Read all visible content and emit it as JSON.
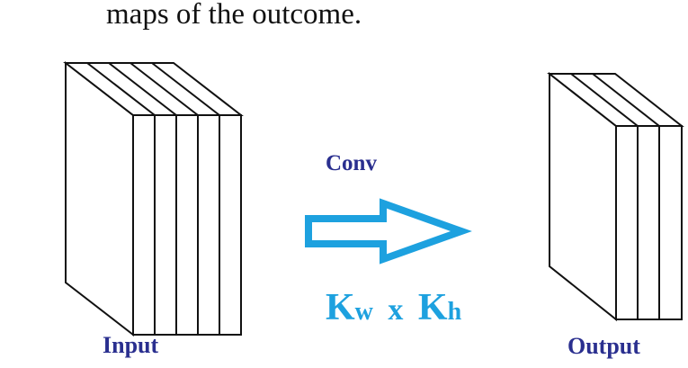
{
  "caption": "maps of the outcome.",
  "input_label": "Input",
  "output_label": "Output",
  "operation_label": "Conv",
  "kernel_label": {
    "w_main": "K",
    "w_sub": "w",
    "times": "x",
    "h_main": "K",
    "h_sub": "h"
  },
  "colors": {
    "stroke": "#111111",
    "label_blue": "#2a2f8f",
    "arrow_blue": "#1da1df"
  }
}
